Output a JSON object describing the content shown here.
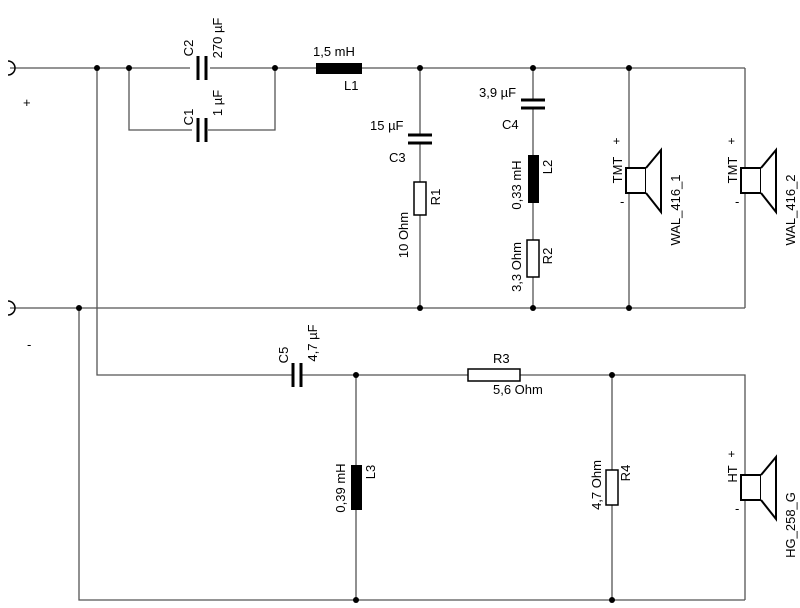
{
  "terminals": {
    "plus": "+",
    "minus": "-"
  },
  "components": {
    "C1": {
      "name": "C1",
      "value": "1 µF"
    },
    "C2": {
      "name": "C2",
      "value": "270 µF"
    },
    "C3": {
      "name": "C3",
      "value": "15 µF"
    },
    "C4": {
      "name": "C4",
      "value": "3,9 µF"
    },
    "C5": {
      "name": "C5",
      "value": "4,7 µF"
    },
    "L1": {
      "name": "L1",
      "value": "1,5 mH"
    },
    "L2": {
      "name": "L2",
      "value": "0,33 mH"
    },
    "L3": {
      "name": "L3",
      "value": "0,39 mH"
    },
    "R1": {
      "name": "R1",
      "value": "10 Ohm"
    },
    "R2": {
      "name": "R2",
      "value": "3,3 Ohm"
    },
    "R3": {
      "name": "R3",
      "value": "5,6 Ohm"
    },
    "R4": {
      "name": "R4",
      "value": "4,7 Ohm"
    }
  },
  "speakers": [
    {
      "type": "TMT",
      "plus": "+",
      "minus": "-",
      "model": "WAL_416_1"
    },
    {
      "type": "TMT",
      "plus": "+",
      "minus": "-",
      "model": "WAL_416_2"
    },
    {
      "type": "HT",
      "plus": "+",
      "minus": "-",
      "model": "HG_258_G"
    }
  ]
}
